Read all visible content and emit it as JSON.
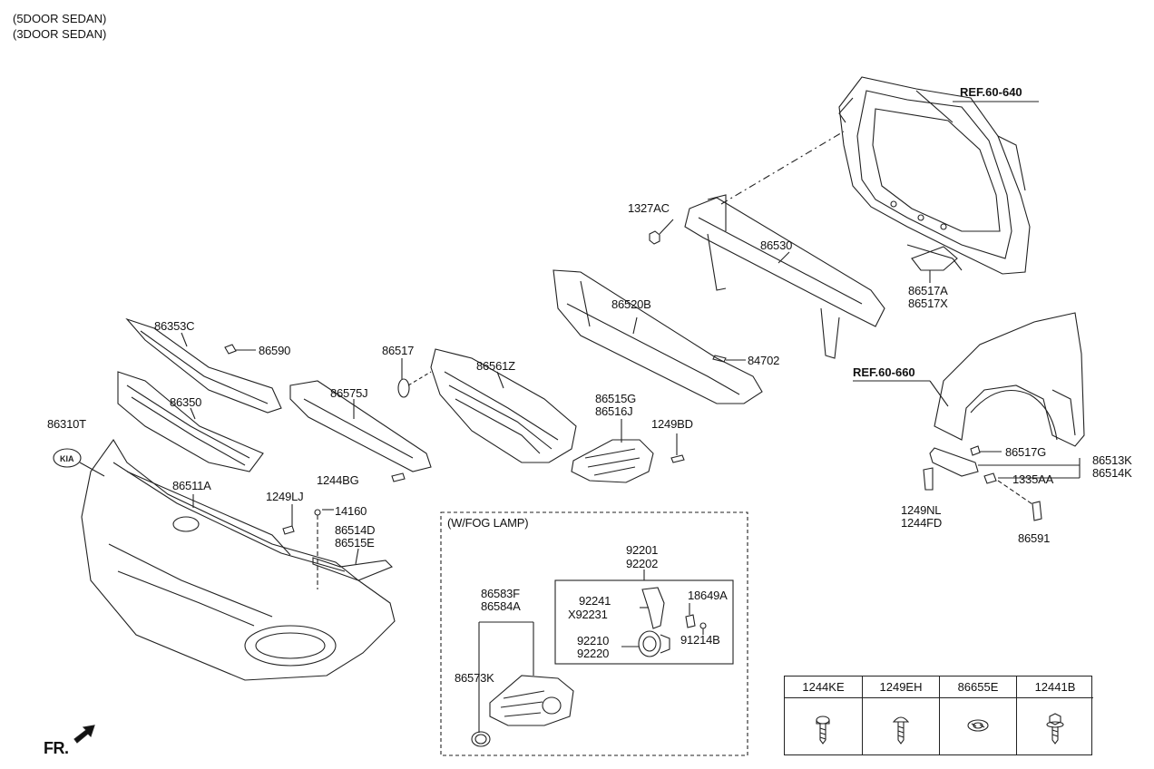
{
  "header": {
    "line1": "(5DOOR SEDAN)",
    "line2": "(3DOOR SEDAN)"
  },
  "refs": {
    "ref1": "REF.60-640",
    "ref2": "REF.60-660"
  },
  "fog_group": {
    "title": "(W/FOG LAMP)"
  },
  "labels": {
    "p1327AC": "1327AC",
    "p86530": "86530",
    "p86517A": "86517A",
    "p86517X": "86517X",
    "p86520B": "86520B",
    "p84702": "84702",
    "p86353C": "86353C",
    "p86590": "86590",
    "p86517": "86517",
    "p86561Z": "86561Z",
    "p86350": "86350",
    "p86575J": "86575J",
    "p86515G": "86515G",
    "p86516J": "86516J",
    "p1249BD": "1249BD",
    "p86310T": "86310T",
    "p1244BG": "1244BG",
    "p86511A": "86511A",
    "p1249LJ": "1249LJ",
    "p14160": "14160",
    "p86514D": "86514D",
    "p86515E": "86515E",
    "p86517G": "86517G",
    "p86513K": "86513K",
    "p86514K": "86514K",
    "p1335AA": "1335AA",
    "p1249NL": "1249NL",
    "p1244FD": "1244FD",
    "p86591": "86591",
    "p92201": "92201",
    "p92202": "92202",
    "p86583F": "86583F",
    "p86584A": "86584A",
    "p92241": "92241",
    "pX92231": "X92231",
    "p18649A": "18649A",
    "p92210": "92210",
    "p92220": "92220",
    "p91214B": "91214B",
    "p86573K": "86573K"
  },
  "hardware_table": {
    "columns": [
      "1244KE",
      "1249EH",
      "86655E",
      "12441B"
    ]
  },
  "direction": {
    "label": "FR."
  }
}
